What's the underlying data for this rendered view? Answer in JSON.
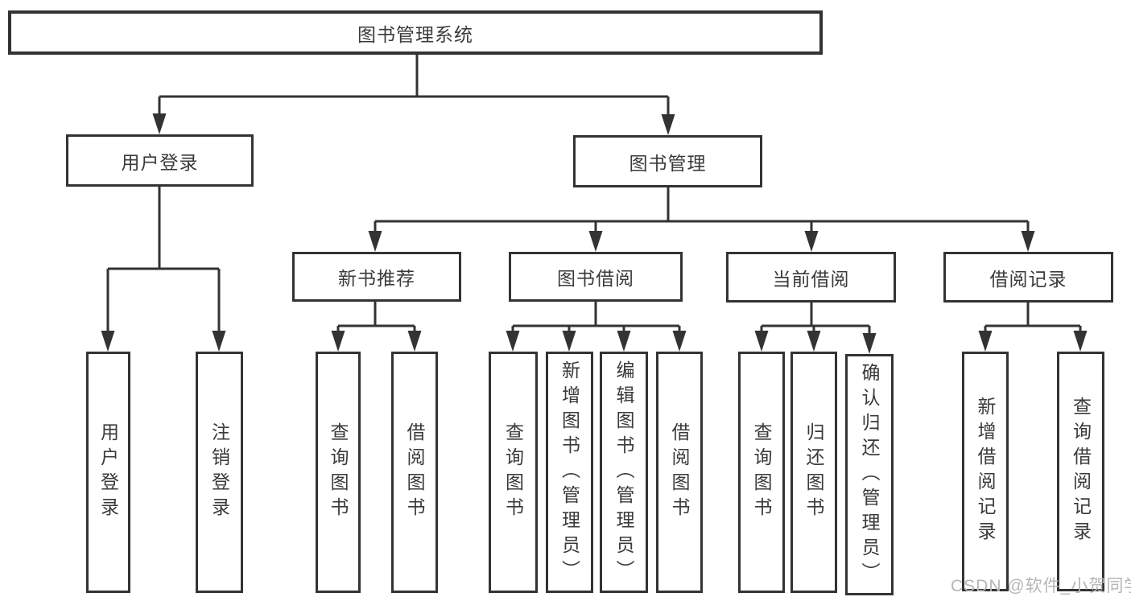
{
  "diagram": {
    "title": "图书管理系统",
    "children": [
      {
        "label": "用户登录",
        "children": [
          {
            "label": "用户登录"
          },
          {
            "label": "注销登录"
          }
        ]
      },
      {
        "label": "图书管理",
        "children": [
          {
            "label": "新书推荐",
            "children": [
              {
                "label": "查询图书"
              },
              {
                "label": "借阅图书"
              }
            ]
          },
          {
            "label": "图书借阅",
            "children": [
              {
                "label": "查询图书"
              },
              {
                "label": "新增图书（管理员）"
              },
              {
                "label": "编辑图书（管理员）"
              },
              {
                "label": "借阅图书"
              }
            ]
          },
          {
            "label": "当前借阅",
            "children": [
              {
                "label": "查询图书"
              },
              {
                "label": "归还图书"
              },
              {
                "label": "确认归还（管理员）"
              }
            ]
          },
          {
            "label": "借阅记录",
            "children": [
              {
                "label": "新增借阅记录"
              },
              {
                "label": "查询借阅记录"
              }
            ]
          }
        ]
      }
    ]
  },
  "watermark": {
    "text": "CSDN @软件_小贺同学"
  },
  "colors": {
    "line": "#333333",
    "text": "#3a3a3a",
    "watermark": "#b6b6b6",
    "background": "#ffffff"
  }
}
